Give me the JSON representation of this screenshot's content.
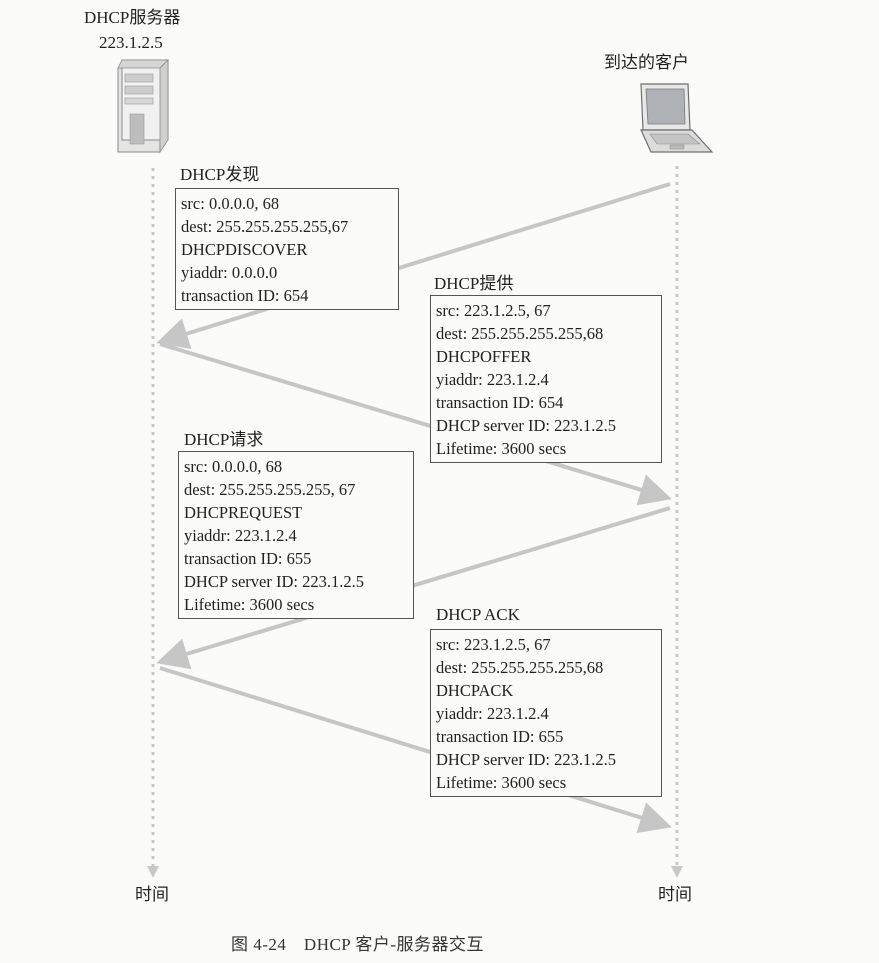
{
  "server": {
    "label": "DHCP服务器",
    "ip": "223.1.2.5",
    "time_label": "时间"
  },
  "client": {
    "label": "到达的客户",
    "time_label": "时间"
  },
  "messages": [
    {
      "title": "DHCP发现",
      "lines": [
        "src: 0.0.0.0, 68",
        "dest: 255.255.255.255,67",
        "DHCPDISCOVER",
        "yiaddr: 0.0.0.0",
        "transaction ID: 654"
      ]
    },
    {
      "title": "DHCP提供",
      "lines": [
        "src: 223.1.2.5, 67",
        "dest: 255.255.255.255,68",
        "DHCPOFFER",
        "yiaddr: 223.1.2.4",
        "transaction ID: 654",
        "DHCP server ID: 223.1.2.5",
        "Lifetime: 3600 secs"
      ]
    },
    {
      "title": "DHCP请求",
      "lines": [
        "src: 0.0.0.0, 68",
        "dest: 255.255.255.255, 67",
        "DHCPREQUEST",
        "yiaddr: 223.1.2.4",
        "transaction ID: 655",
        "DHCP server ID: 223.1.2.5",
        "Lifetime: 3600 secs"
      ]
    },
    {
      "title": "DHCP ACK",
      "lines": [
        "src: 223.1.2.5, 67",
        "dest: 255.255.255.255,68",
        "DHCPACK",
        "yiaddr: 223.1.2.4",
        "transaction ID: 655",
        "DHCP server ID: 223.1.2.5",
        "Lifetime: 3600 secs"
      ]
    }
  ],
  "caption": "图 4-24　DHCP 客户-服务器交互",
  "colors": {
    "arrow": "#c6c6c6",
    "timeline": "#c8c8c8",
    "box_border": "#555555"
  },
  "icons": {
    "server": "server-tower-icon",
    "client": "laptop-icon"
  }
}
